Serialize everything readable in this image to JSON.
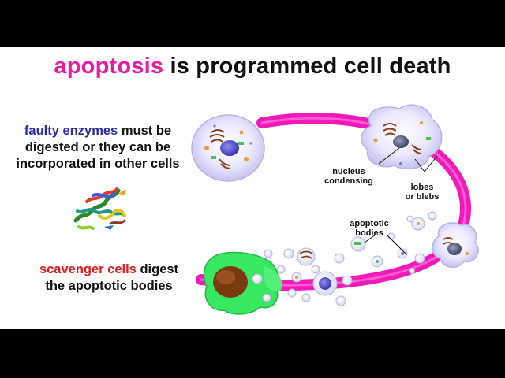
{
  "title": {
    "highlight": "apoptosis",
    "rest": "is programmed cell death",
    "highlight_color": "#e81ca2"
  },
  "faulty": {
    "highlight": "faulty enzymes",
    "rest1": "must be",
    "line2": "digested or they can be",
    "line3": "incorporated in other cells",
    "highlight_color": "#2a2aa8"
  },
  "scavenger": {
    "highlight": "scavenger cells",
    "rest1": "digest",
    "line2": "the apoptotic bodies",
    "highlight_color": "#e8181c"
  },
  "labels": {
    "nucleus_1": "nucleus",
    "nucleus_2": "condensing",
    "lobes_1": "lobes",
    "lobes_2": "or blebs",
    "apoptotic_1": "apoptotic",
    "apoptotic_2": "bodies"
  },
  "icons": {
    "enzyme": "protein-ribbon-structure-icon",
    "healthy_cell": "healthy-cell-icon",
    "blebbing_cell": "blebbing-cell-icon",
    "fragmenting_cell": "fragmenting-cell-icon",
    "scavenger_cell": "scavenger-cell-icon",
    "cycle_arrow": "magenta-cycle-arrow-icon"
  },
  "colors": {
    "arrow": "#f01ab8",
    "scavenger": "#38e860",
    "nucleus": "#8a3f14"
  }
}
